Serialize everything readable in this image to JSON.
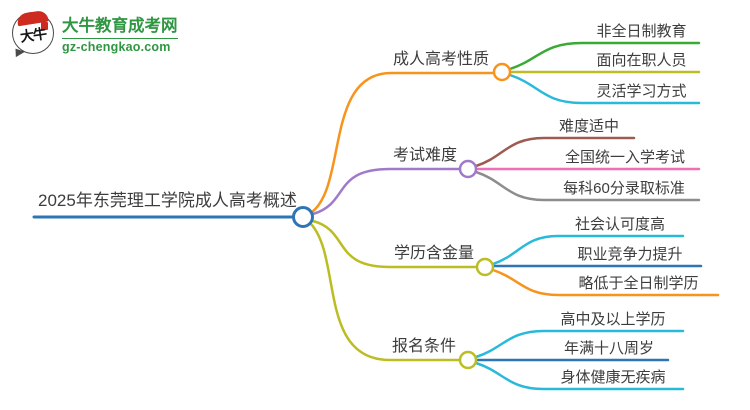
{
  "logo": {
    "icon_text": "大牛",
    "title": "大牛教育成考网",
    "domain": "gz-chengkao.com",
    "brand_green": "#2f9642",
    "brand_red": "#cd2a20"
  },
  "main_node": {
    "label": "2025年东莞理工学院成人高考概述"
  },
  "branches": [
    {
      "label": "成人高考性质",
      "color": "#f7941e",
      "children": [
        {
          "text": "非全日制教育",
          "color": "#3aaa35"
        },
        {
          "text": "面向在职人员",
          "color": "#bcbd22"
        },
        {
          "text": "灵活学习方式",
          "color": "#29b9d9"
        }
      ]
    },
    {
      "label": "考试难度",
      "color": "#a179ca",
      "children": [
        {
          "text": "难度适中",
          "color": "#9d5b52"
        },
        {
          "text": "全国统一入学考试",
          "color": "#f06eb4"
        },
        {
          "text": "每科60分录取标准",
          "color": "#8d8d8d"
        }
      ]
    },
    {
      "label": "学历含金量",
      "color": "#bcbd22",
      "children": [
        {
          "text": "社会认可度高",
          "color": "#29b9d9"
        },
        {
          "text": "职业竞争力提升",
          "color": "#2e75b6"
        },
        {
          "text": "略低于全日制学历",
          "color": "#f7941e"
        }
      ]
    },
    {
      "label": "报名条件",
      "color": "#bcbd22",
      "children": [
        {
          "text": "高中及以上学历",
          "color": "#29b9d9"
        },
        {
          "text": "年满十八周岁",
          "color": "#2e75b6"
        },
        {
          "text": "身体健康无疾病",
          "color": "#29b9d9"
        }
      ]
    }
  ],
  "colors": {
    "main": "#2e75b6",
    "text": "#3d3d3d",
    "background": "#ffffff"
  }
}
